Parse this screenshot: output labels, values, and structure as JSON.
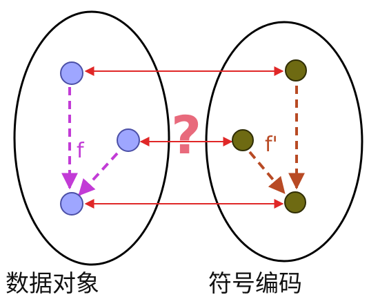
{
  "labels": {
    "left_set": "数据对象",
    "right_set": "符号编码",
    "question": "?",
    "mapping_f": "f",
    "mapping_f_prime": "f'"
  },
  "colors": {
    "outline": "#000000",
    "node_left_fill": "#9ea6ff",
    "node_left_stroke": "#4b4fa6",
    "node_right_fill": "#6e6a12",
    "node_right_stroke": "#2f2d05",
    "double_arrow": "#e02727",
    "f_dash": "#c23bd6",
    "f_prime_dash": "#b84a24",
    "question": "#e86a7c"
  }
}
